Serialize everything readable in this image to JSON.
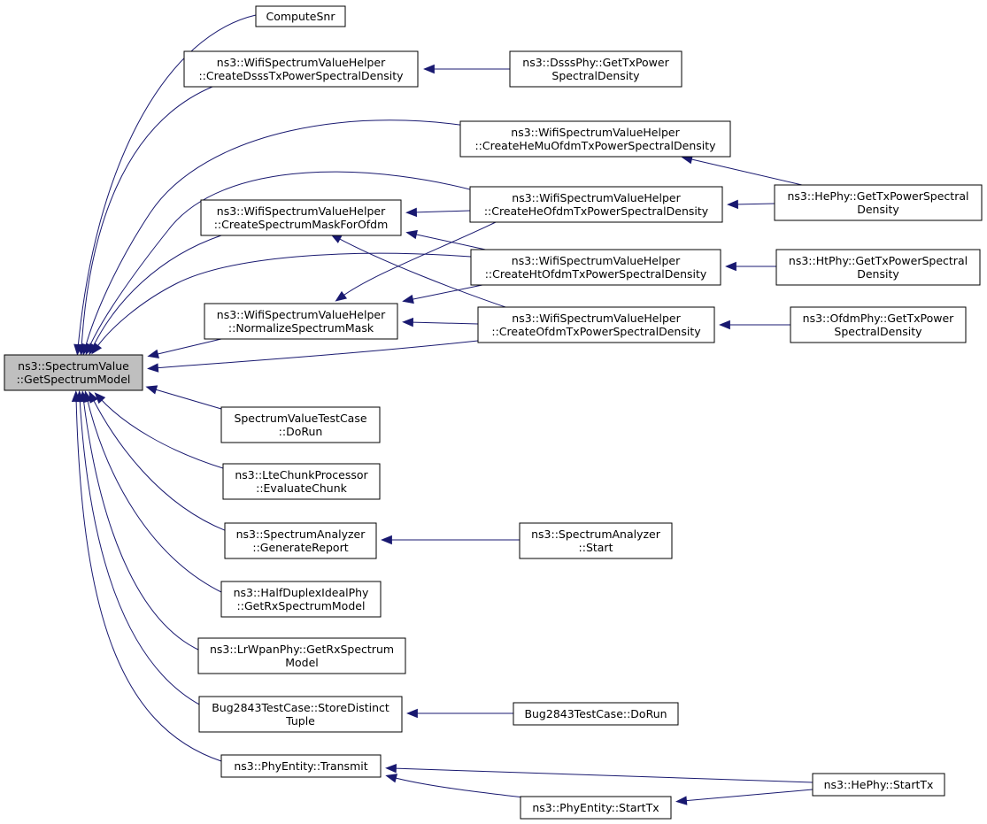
{
  "graph": {
    "colors": {
      "edge": "#191970",
      "node_border": "#000000",
      "root_fill": "#bfbfbf",
      "node_fill": "#ffffff"
    },
    "nodes": [
      {
        "id": "root",
        "lines": [
          "ns3::SpectrumValue",
          "::GetSpectrumModel"
        ]
      },
      {
        "id": "compute-snr",
        "lines": [
          "ComputeSnr"
        ]
      },
      {
        "id": "create-dsss",
        "lines": [
          "ns3::WifiSpectrumValueHelper",
          "::CreateDsssTxPowerSpectralDensity"
        ]
      },
      {
        "id": "dsss-get-tx",
        "lines": [
          "ns3::DsssPhy::GetTxPower",
          "SpectralDensity"
        ]
      },
      {
        "id": "create-he-mu",
        "lines": [
          "ns3::WifiSpectrumValueHelper",
          "::CreateHeMuOfdmTxPowerSpectralDensity"
        ]
      },
      {
        "id": "create-mask",
        "lines": [
          "ns3::WifiSpectrumValueHelper",
          "::CreateSpectrumMaskForOfdm"
        ]
      },
      {
        "id": "create-he-ofdm",
        "lines": [
          "ns3::WifiSpectrumValueHelper",
          "::CreateHeOfdmTxPowerSpectralDensity"
        ]
      },
      {
        "id": "he-get-tx",
        "lines": [
          "ns3::HePhy::GetTxPowerSpectral",
          "Density"
        ]
      },
      {
        "id": "create-ht-ofdm",
        "lines": [
          "ns3::WifiSpectrumValueHelper",
          "::CreateHtOfdmTxPowerSpectralDensity"
        ]
      },
      {
        "id": "ht-get-tx",
        "lines": [
          "ns3::HtPhy::GetTxPowerSpectral",
          "Density"
        ]
      },
      {
        "id": "normalize-mask",
        "lines": [
          "ns3::WifiSpectrumValueHelper",
          "::NormalizeSpectrumMask"
        ]
      },
      {
        "id": "create-ofdm",
        "lines": [
          "ns3::WifiSpectrumValueHelper",
          "::CreateOfdmTxPowerSpectralDensity"
        ]
      },
      {
        "id": "ofdm-get-tx",
        "lines": [
          "ns3::OfdmPhy::GetTxPower",
          "SpectralDensity"
        ]
      },
      {
        "id": "sv-test-run",
        "lines": [
          "SpectrumValueTestCase",
          "::DoRun"
        ]
      },
      {
        "id": "lte-chunk",
        "lines": [
          "ns3::LteChunkProcessor",
          "::EvaluateChunk"
        ]
      },
      {
        "id": "analyzer-report",
        "lines": [
          "ns3::SpectrumAnalyzer",
          "::GenerateReport"
        ]
      },
      {
        "id": "analyzer-start",
        "lines": [
          "ns3::SpectrumAnalyzer",
          "::Start"
        ]
      },
      {
        "id": "half-duplex",
        "lines": [
          "ns3::HalfDuplexIdealPhy",
          "::GetRxSpectrumModel"
        ]
      },
      {
        "id": "lrwpan",
        "lines": [
          "ns3::LrWpanPhy::GetRxSpectrum",
          "Model"
        ]
      },
      {
        "id": "bug-store",
        "lines": [
          "Bug2843TestCase::StoreDistinct",
          "Tuple"
        ]
      },
      {
        "id": "bug-run",
        "lines": [
          "Bug2843TestCase::DoRun"
        ]
      },
      {
        "id": "phy-transmit",
        "lines": [
          "ns3::PhyEntity::Transmit"
        ]
      },
      {
        "id": "he-start-tx",
        "lines": [
          "ns3::HePhy::StartTx"
        ]
      },
      {
        "id": "phy-start-tx",
        "lines": [
          "ns3::PhyEntity::StartTx"
        ]
      }
    ],
    "edges": [
      [
        "compute-snr",
        "root"
      ],
      [
        "create-dsss",
        "root"
      ],
      [
        "dsss-get-tx",
        "create-dsss"
      ],
      [
        "create-he-mu",
        "root"
      ],
      [
        "he-get-tx",
        "create-he-mu"
      ],
      [
        "create-he-ofdm",
        "root"
      ],
      [
        "he-get-tx",
        "create-he-ofdm"
      ],
      [
        "create-mask",
        "root"
      ],
      [
        "create-he-ofdm",
        "create-mask"
      ],
      [
        "create-ht-ofdm",
        "create-mask"
      ],
      [
        "create-ofdm",
        "create-mask"
      ],
      [
        "create-ht-ofdm",
        "root"
      ],
      [
        "ht-get-tx",
        "create-ht-ofdm"
      ],
      [
        "normalize-mask",
        "root"
      ],
      [
        "create-he-ofdm",
        "normalize-mask"
      ],
      [
        "create-ht-ofdm",
        "normalize-mask"
      ],
      [
        "create-ofdm",
        "normalize-mask"
      ],
      [
        "create-ofdm",
        "root"
      ],
      [
        "ofdm-get-tx",
        "create-ofdm"
      ],
      [
        "sv-test-run",
        "root"
      ],
      [
        "lte-chunk",
        "root"
      ],
      [
        "analyzer-report",
        "root"
      ],
      [
        "analyzer-start",
        "analyzer-report"
      ],
      [
        "half-duplex",
        "root"
      ],
      [
        "lrwpan",
        "root"
      ],
      [
        "bug-store",
        "root"
      ],
      [
        "bug-run",
        "bug-store"
      ],
      [
        "phy-transmit",
        "root"
      ],
      [
        "he-start-tx",
        "phy-transmit"
      ],
      [
        "phy-start-tx",
        "phy-transmit"
      ],
      [
        "he-start-tx",
        "phy-start-tx"
      ]
    ]
  }
}
